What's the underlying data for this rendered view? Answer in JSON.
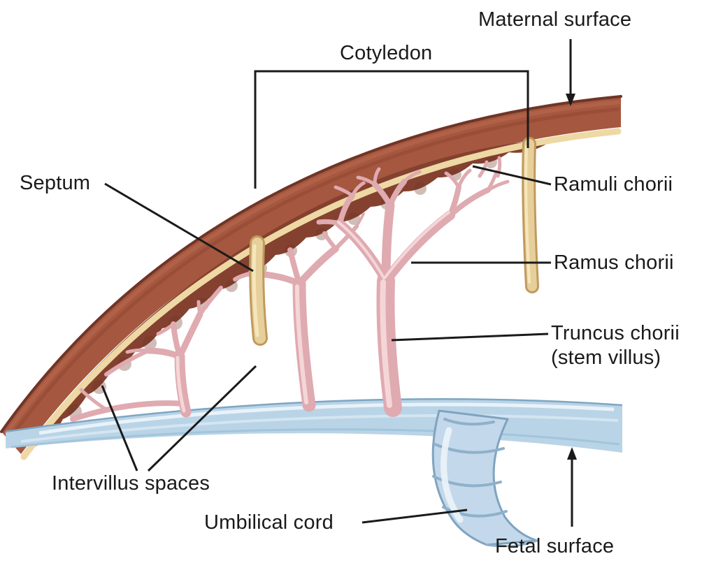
{
  "figure": {
    "type": "anatomical-diagram",
    "subject": "Placenta cross-section",
    "labels": {
      "maternal_surface": "Maternal surface",
      "cotyledon": "Cotyledon",
      "septum": "Septum",
      "ramuli_chorii": "Ramuli chorii",
      "ramus_chorii": "Ramus chorii",
      "truncus_chorii": "Truncus chorii",
      "truncus_chorii_sub": "(stem villus)",
      "intervillus_spaces": "Intervillus spaces",
      "umbilical_cord": "Umbilical cord",
      "fetal_surface": "Fetal surface"
    },
    "colors": {
      "maternal_band": "#a5573f",
      "band_outline": "#6f3526",
      "decidua": "#84412f",
      "basal_layer": "#eed8a4",
      "villus_pink": "#dfaab0",
      "villus_highlight": "#f4d6d8",
      "septum_tan": "#e7cf9b",
      "fetal_plate_blue": "#b9d4e7",
      "umbilical_cord_blue": "#c3d8ea",
      "annotation": "#1a1a1a",
      "background": "#ffffff"
    }
  }
}
